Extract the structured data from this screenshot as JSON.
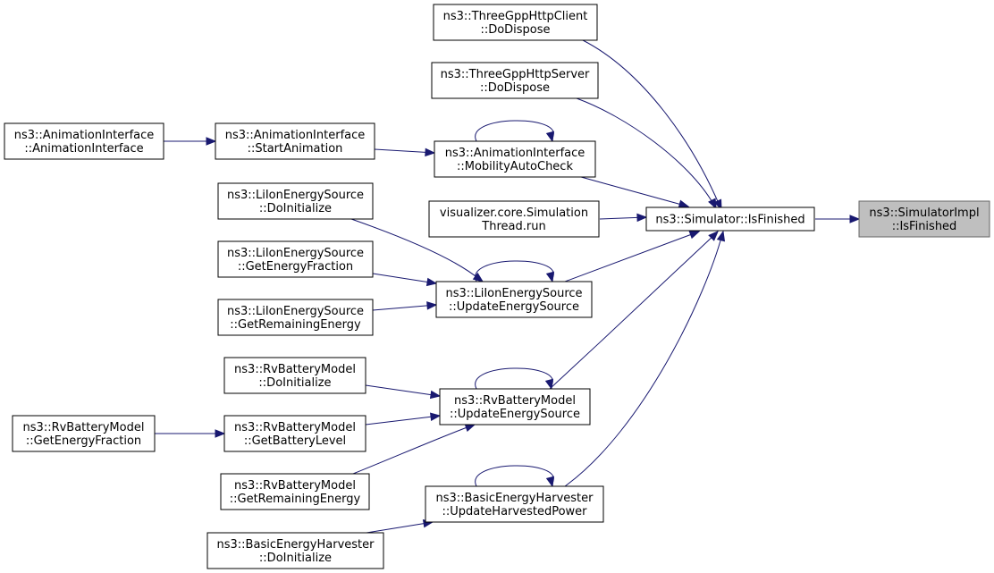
{
  "graph": {
    "focus_node": "n_simimpl",
    "nodes": [
      {
        "id": "n_simimpl",
        "lines": [
          "ns3::SimulatorImpl",
          "::IsFinished"
        ],
        "focus": true
      },
      {
        "id": "n_isfinished",
        "lines": [
          "ns3::Simulator::IsFinished"
        ]
      },
      {
        "id": "n_http_client",
        "lines": [
          "ns3::ThreeGppHttpClient",
          "::DoDispose"
        ]
      },
      {
        "id": "n_http_server",
        "lines": [
          "ns3::ThreeGppHttpServer",
          "::DoDispose"
        ]
      },
      {
        "id": "n_mobility",
        "lines": [
          "ns3::AnimationInterface",
          "::MobilityAutoCheck"
        ]
      },
      {
        "id": "n_startanim",
        "lines": [
          "ns3::AnimationInterface",
          "::StartAnimation"
        ]
      },
      {
        "id": "n_animiface",
        "lines": [
          "ns3::AnimationInterface",
          "::AnimationInterface"
        ]
      },
      {
        "id": "n_vis",
        "lines": [
          "visualizer.core.Simulation",
          "Thread.run"
        ]
      },
      {
        "id": "n_liion_update",
        "lines": [
          "ns3::LiIonEnergySource",
          "::UpdateEnergySource"
        ]
      },
      {
        "id": "n_liion_init",
        "lines": [
          "ns3::LiIonEnergySource",
          "::DoInitialize"
        ]
      },
      {
        "id": "n_liion_frac",
        "lines": [
          "ns3::LiIonEnergySource",
          "::GetEnergyFraction"
        ]
      },
      {
        "id": "n_liion_rem",
        "lines": [
          "ns3::LiIonEnergySource",
          "::GetRemainingEnergy"
        ]
      },
      {
        "id": "n_rv_update",
        "lines": [
          "ns3::RvBatteryModel",
          "::UpdateEnergySource"
        ]
      },
      {
        "id": "n_rv_init",
        "lines": [
          "ns3::RvBatteryModel",
          "::DoInitialize"
        ]
      },
      {
        "id": "n_rv_level",
        "lines": [
          "ns3::RvBatteryModel",
          "::GetBatteryLevel"
        ]
      },
      {
        "id": "n_rv_frac",
        "lines": [
          "ns3::RvBatteryModel",
          "::GetEnergyFraction"
        ]
      },
      {
        "id": "n_rv_rem",
        "lines": [
          "ns3::RvBatteryModel",
          "::GetRemainingEnergy"
        ]
      },
      {
        "id": "n_beh_update",
        "lines": [
          "ns3::BasicEnergyHarvester",
          "::UpdateHarvestedPower"
        ]
      },
      {
        "id": "n_beh_init",
        "lines": [
          "ns3::BasicEnergyHarvester",
          "::DoInitialize"
        ]
      }
    ],
    "edges": [
      {
        "from": "n_isfinished",
        "to": "n_simimpl"
      },
      {
        "from": "n_http_client",
        "to": "n_isfinished"
      },
      {
        "from": "n_http_server",
        "to": "n_isfinished"
      },
      {
        "from": "n_mobility",
        "to": "n_isfinished"
      },
      {
        "from": "n_vis",
        "to": "n_isfinished"
      },
      {
        "from": "n_liion_update",
        "to": "n_isfinished"
      },
      {
        "from": "n_rv_update",
        "to": "n_isfinished"
      },
      {
        "from": "n_beh_update",
        "to": "n_isfinished"
      },
      {
        "from": "n_startanim",
        "to": "n_mobility"
      },
      {
        "from": "n_animiface",
        "to": "n_startanim"
      },
      {
        "from": "n_mobility",
        "to": "n_mobility"
      },
      {
        "from": "n_liion_init",
        "to": "n_liion_update"
      },
      {
        "from": "n_liion_frac",
        "to": "n_liion_update"
      },
      {
        "from": "n_liion_rem",
        "to": "n_liion_update"
      },
      {
        "from": "n_liion_update",
        "to": "n_liion_update"
      },
      {
        "from": "n_rv_init",
        "to": "n_rv_update"
      },
      {
        "from": "n_rv_level",
        "to": "n_rv_update"
      },
      {
        "from": "n_rv_rem",
        "to": "n_rv_update"
      },
      {
        "from": "n_rv_update",
        "to": "n_rv_update"
      },
      {
        "from": "n_rv_frac",
        "to": "n_rv_level"
      },
      {
        "from": "n_beh_init",
        "to": "n_beh_update"
      },
      {
        "from": "n_beh_update",
        "to": "n_beh_update"
      }
    ]
  }
}
